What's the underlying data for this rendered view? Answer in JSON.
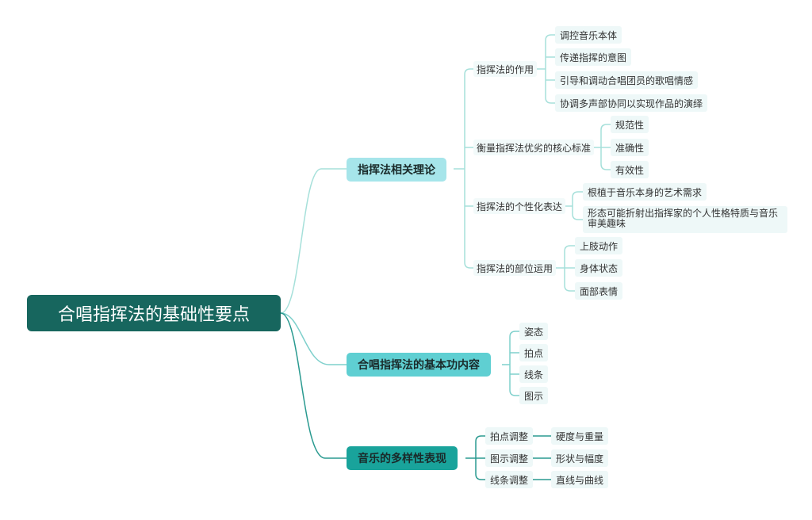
{
  "root": "合唱指挥法的基础性要点",
  "branches": [
    {
      "label": "指挥法相关理论",
      "children": [
        {
          "label": "指挥法的作用",
          "children": [
            "调控音乐本体",
            "传递指挥的意图",
            "引导和调动合唱团员的歌唱情感",
            "协调多声部协同以实现作品的演绎"
          ]
        },
        {
          "label": "衡量指挥法优劣的核心标准",
          "children": [
            "规范性",
            "准确性",
            "有效性"
          ]
        },
        {
          "label": "指挥法的个性化表达",
          "children": [
            "根植于音乐本身的艺术需求",
            "形态可能折射出指挥家的个人性格特质与音乐审美趣味"
          ]
        },
        {
          "label": "指挥法的部位运用",
          "children": [
            "上肢动作",
            "身体状态",
            "面部表情"
          ]
        }
      ]
    },
    {
      "label": "合唱指挥法的基本功内容",
      "children": [
        {
          "label": "姿态"
        },
        {
          "label": "拍点"
        },
        {
          "label": "线条"
        },
        {
          "label": "图示"
        }
      ]
    },
    {
      "label": "音乐的多样性表现",
      "children": [
        {
          "label": "拍点调整",
          "children": [
            "硬度与重量"
          ]
        },
        {
          "label": "图示调整",
          "children": [
            "形状与幅度"
          ]
        },
        {
          "label": "线条调整",
          "children": [
            "直线与曲线"
          ]
        }
      ]
    }
  ],
  "colors": {
    "root": "#17665e",
    "branch1": "#a6e5ea",
    "branch2": "#5fcfd2",
    "branch3": "#19a39b"
  }
}
